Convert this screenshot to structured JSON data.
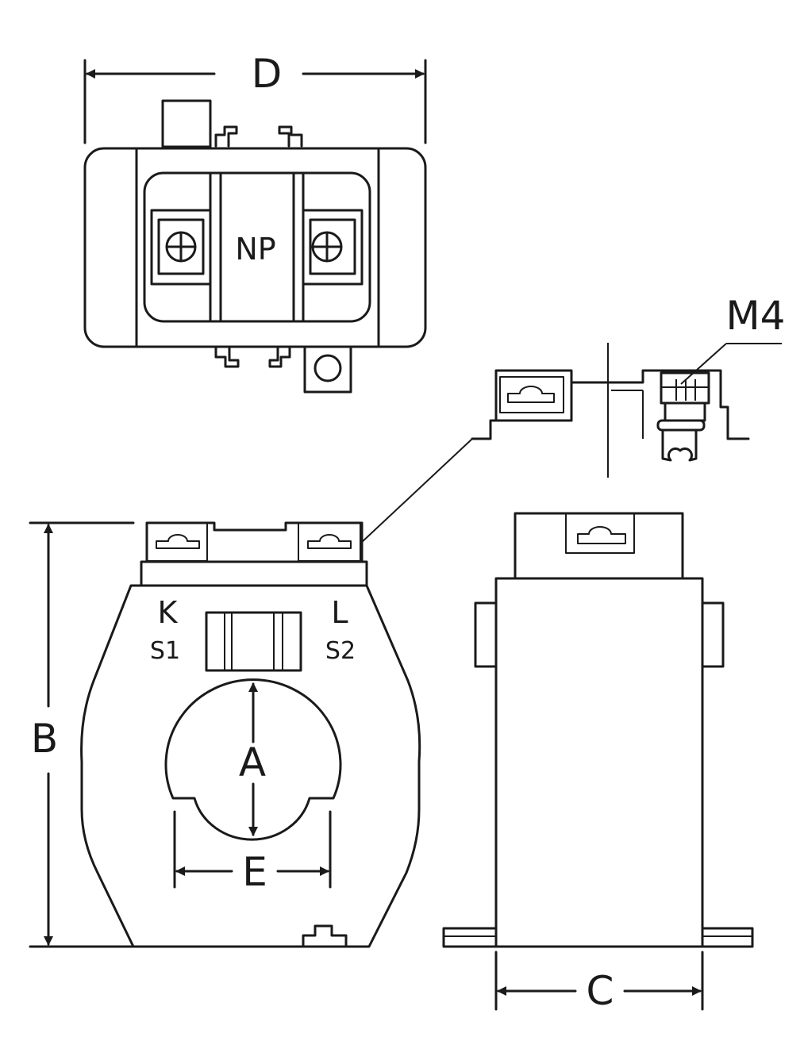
{
  "dimensions": {
    "A": "A",
    "B": "B",
    "C": "C",
    "D": "D",
    "E": "E"
  },
  "top_view": {
    "nameplate": "NP"
  },
  "terminals": {
    "k": "K",
    "s1": "S1",
    "l": "L",
    "s2": "S2"
  },
  "detail": {
    "screw_size": "M4"
  },
  "colors": {
    "line": "#1a1a1a",
    "background": "#ffffff"
  }
}
